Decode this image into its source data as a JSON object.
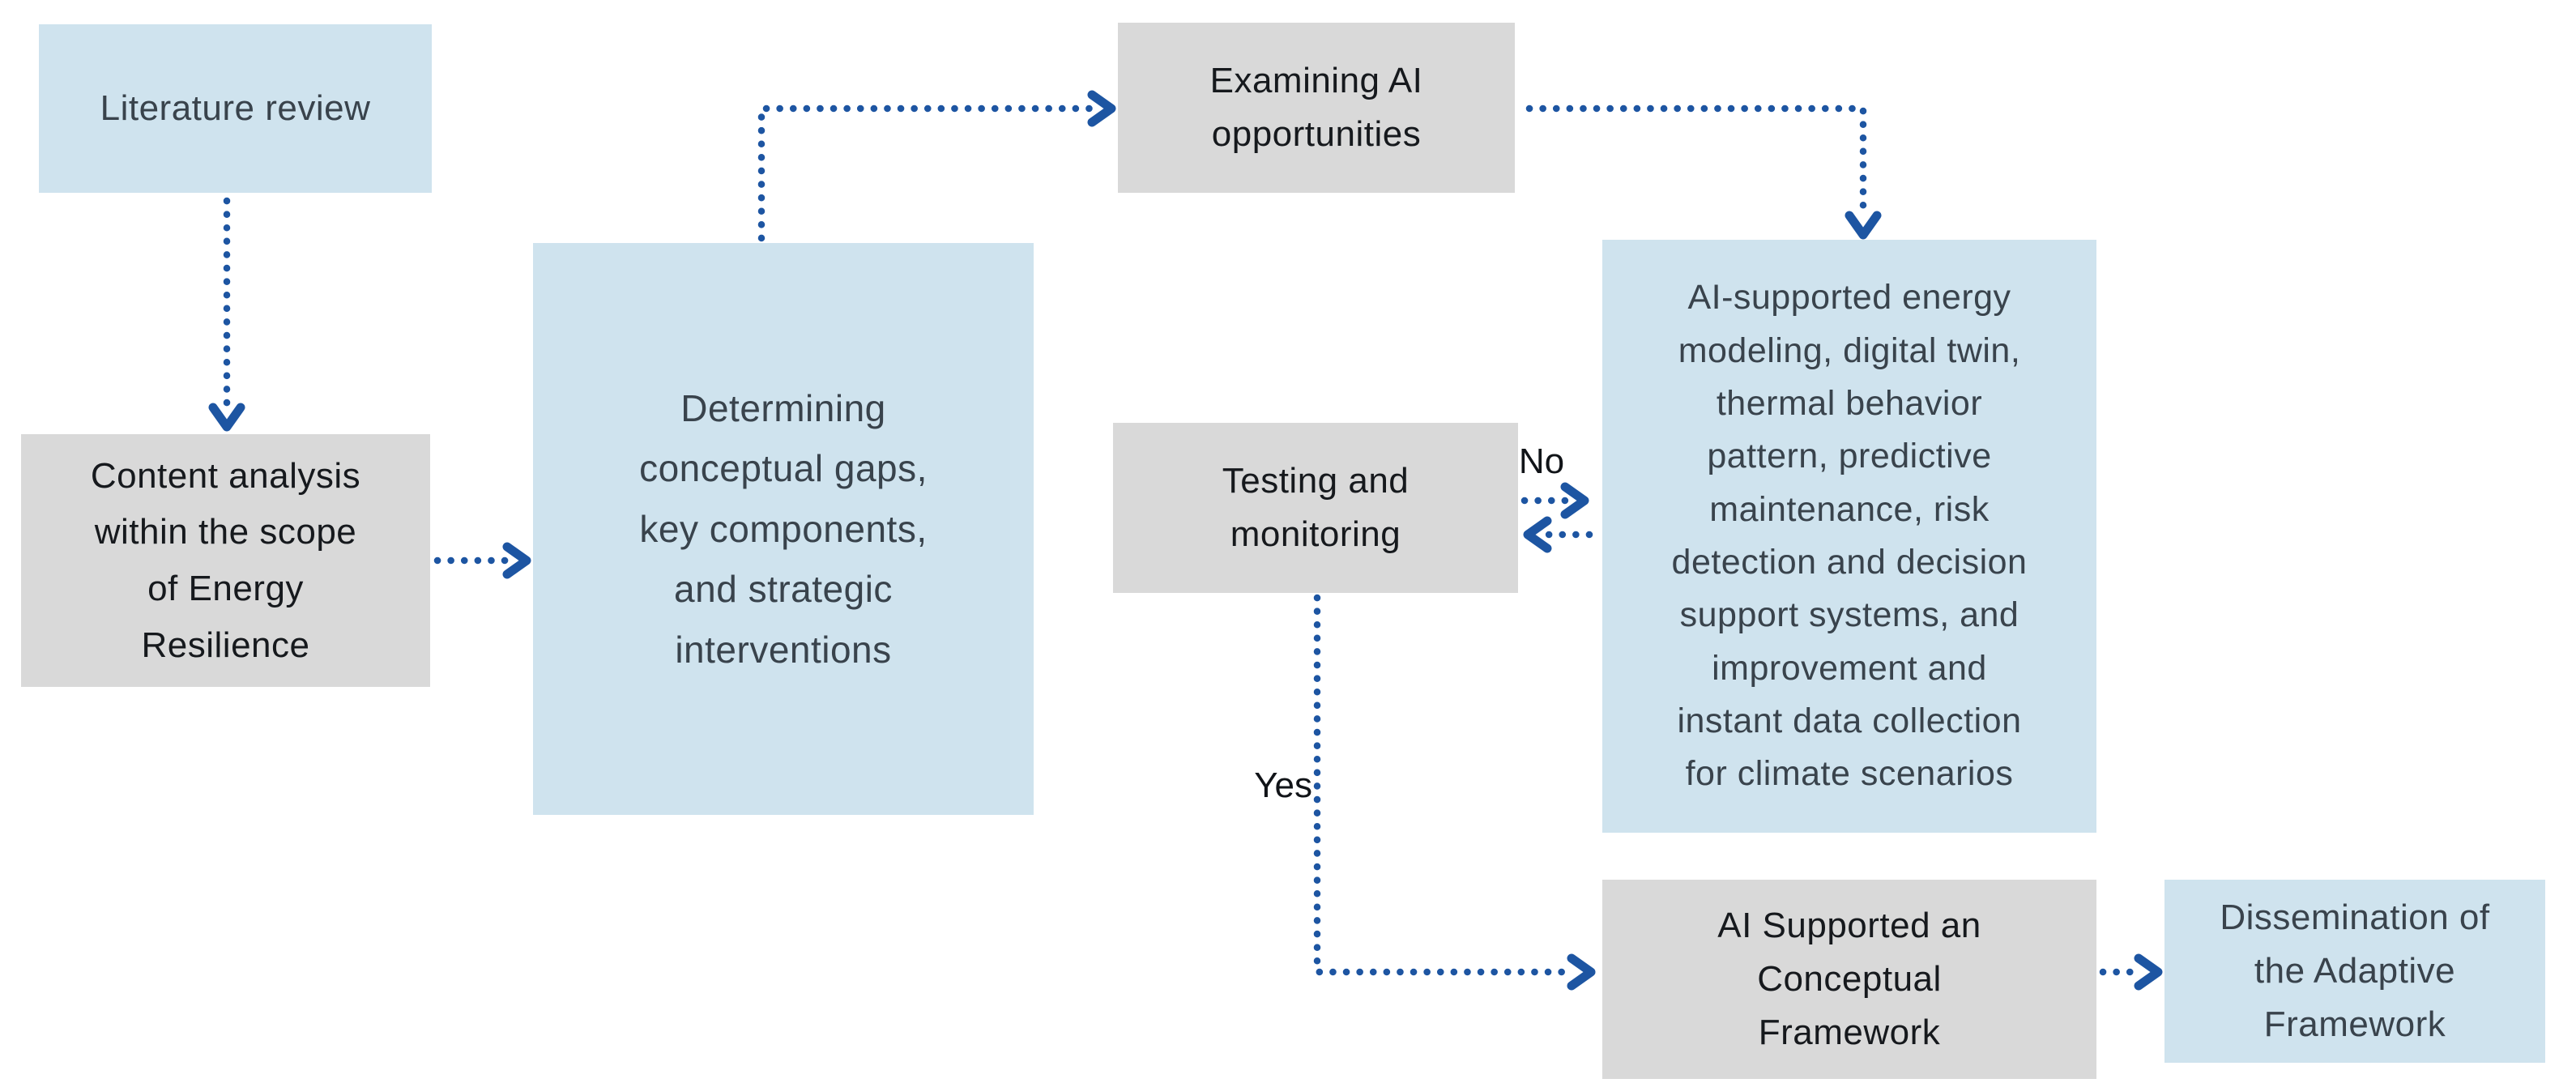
{
  "colors": {
    "background": "#ffffff",
    "box-blue": "#cfe3ee",
    "box-gray": "#d9d9d9",
    "arrow-blue": "#1d55a2",
    "text-blue-box": "#39434c",
    "text-gray-box": "#16191d",
    "label-black": "#111418"
  },
  "diagram": {
    "description": "Research methodology flowchart for an AI-supported energy resilience framework",
    "nodes": [
      {
        "id": "literature-review",
        "variant": "blue",
        "text": "Literature review"
      },
      {
        "id": "content-analysis",
        "variant": "gray",
        "text": [
          "Content analysis",
          "within the scope",
          "of Energy",
          "Resilience"
        ]
      },
      {
        "id": "determining-gaps",
        "variant": "blue",
        "text": [
          "Determining",
          "conceptual gaps,",
          "key components,",
          "and strategic",
          "interventions"
        ]
      },
      {
        "id": "examining-ai",
        "variant": "gray",
        "text": [
          "Examining AI",
          "opportunities"
        ]
      },
      {
        "id": "testing-monitoring",
        "variant": "gray",
        "text": [
          "Testing and",
          "monitoring"
        ]
      },
      {
        "id": "ai-supported-systems",
        "variant": "blue",
        "text": [
          "AI-supported energy",
          "modeling, digital twin,",
          "thermal behavior",
          "pattern, predictive",
          "maintenance, risk",
          "detection and decision",
          "support systems, and",
          "improvement and",
          "instant data collection",
          "for climate scenarios"
        ]
      },
      {
        "id": "ai-conceptual-framework",
        "variant": "gray",
        "text": [
          "AI Supported an",
          "Conceptual",
          "Framework"
        ]
      },
      {
        "id": "dissemination",
        "variant": "blue",
        "text": [
          "Dissemination of",
          "the Adaptive",
          "Framework"
        ]
      }
    ],
    "edge_labels": {
      "no": "No",
      "yes": "Yes"
    }
  }
}
